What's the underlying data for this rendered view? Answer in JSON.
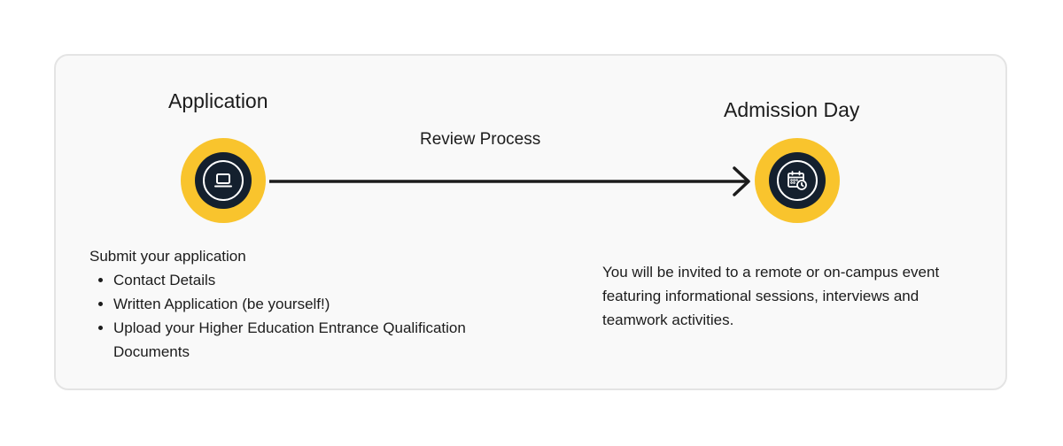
{
  "steps": {
    "application": {
      "title": "Application",
      "icon": "laptop-icon",
      "intro": "Submit your application",
      "bullets": [
        "Contact Details",
        "Written Application (be yourself!)",
        "Upload your Higher Education Entrance Qualification Documents"
      ]
    },
    "review": {
      "label": "Review Process"
    },
    "admission": {
      "title": "Admission Day",
      "icon": "calendar-clock-icon",
      "description": "You will be invited to a remote or on-campus event featuring informational sessions, interviews and teamwork activities."
    }
  },
  "colors": {
    "accent": "#f9c42d",
    "icon_bg": "#14202e",
    "arrow": "#1c1c1c",
    "card_bg": "#f9f9f9",
    "card_border": "#e4e4e4"
  }
}
